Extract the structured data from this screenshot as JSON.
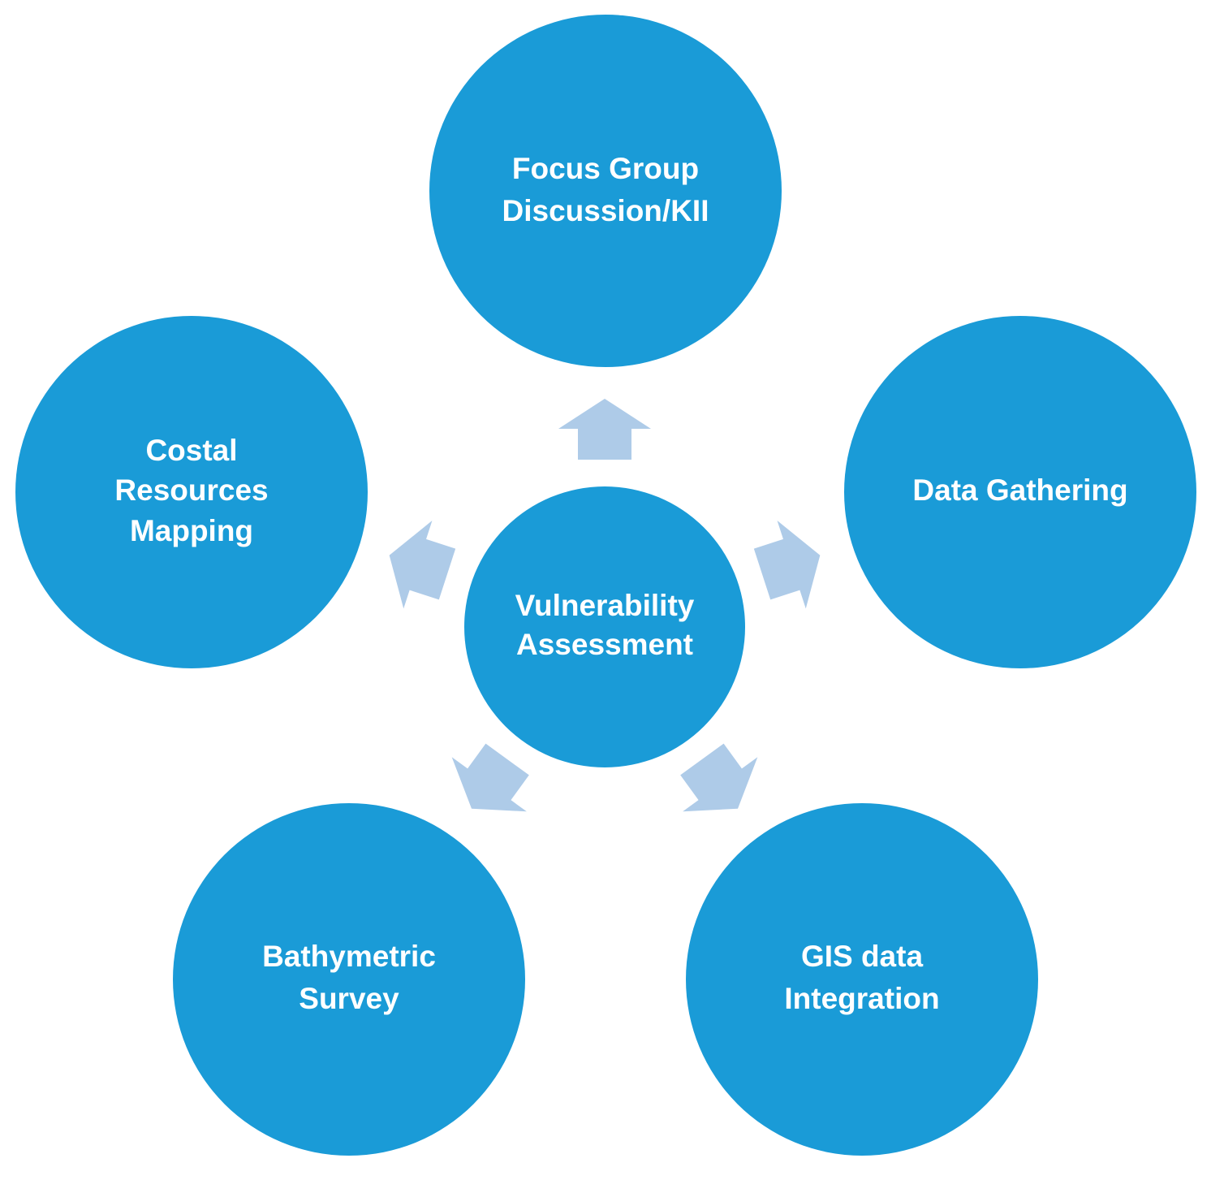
{
  "colors": {
    "background": "#ffffff",
    "circle_fill": "#1a9bd7",
    "arrow_fill": "#aecbe8",
    "text": "#ffffff"
  },
  "center": {
    "lines": [
      "Vulnerability",
      "Assessment"
    ]
  },
  "nodes": [
    {
      "id": "focus-group",
      "lines": [
        "Focus Group",
        "Discussion/KII"
      ]
    },
    {
      "id": "data-gathering",
      "lines": [
        "Data Gathering"
      ]
    },
    {
      "id": "gis-data-integration",
      "lines": [
        "GIS data",
        "Integration"
      ]
    },
    {
      "id": "bathymetric-survey",
      "lines": [
        "Bathymetric",
        "Survey"
      ]
    },
    {
      "id": "costal-resources-mapping",
      "lines": [
        "Costal",
        "Resources",
        "Mapping"
      ]
    }
  ]
}
